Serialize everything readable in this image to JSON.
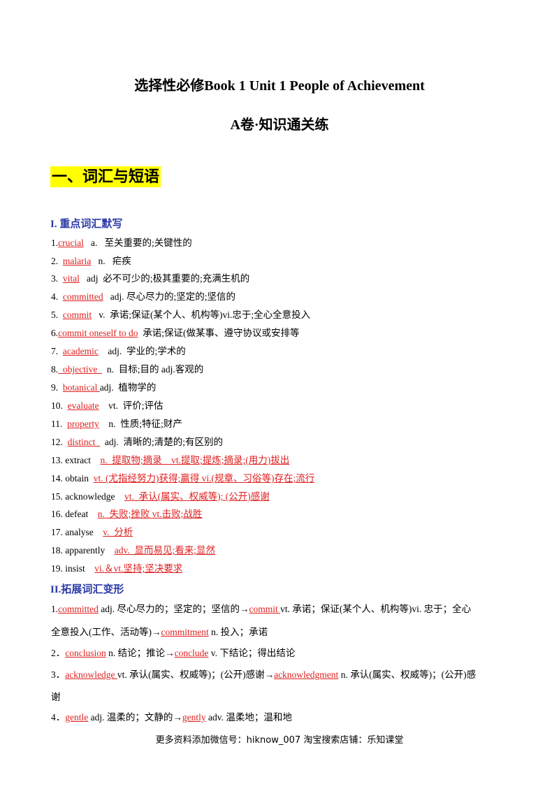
{
  "title": "选择性必修Book 1 Unit 1  People of Achievement",
  "subtitle": "A卷·知识通关练",
  "section1": "一、词汇与短语",
  "part1_heading": "I.  重点词汇默写",
  "vocab": [
    {
      "pre": "1.",
      "ans": "crucial",
      "rest": "   a.   至关重要的;关键性的"
    },
    {
      "pre": "2.  ",
      "ans": "malaria",
      "rest": "   n.   疟疾"
    },
    {
      "pre": "3.  ",
      "ans": "vital",
      "rest": "   adj  必不可少的;极其重要的;充满生机的"
    },
    {
      "pre": "4.  ",
      "ans": "committed",
      "rest": "   adj. 尽心尽力的;坚定的;坚信的"
    },
    {
      "pre": "5.  ",
      "ans": "commit",
      "rest": "   v.  承诺;保证(某个人、机构等)vi.忠于;全心全意投入"
    },
    {
      "pre": "6.",
      "ans": "commit oneself to do",
      "rest": "  承诺;保证(做某事、遵守协议或安排等"
    },
    {
      "pre": "7.  ",
      "ans": "academic",
      "rest": "    adj.  学业的;学术的"
    },
    {
      "pre": "8.",
      "ans": "  objective  ",
      "rest": "  n.  目标;目的 adj.客观的"
    },
    {
      "pre": "9.  ",
      "ans": "botanical ",
      "rest": "adj.  植物学的"
    },
    {
      "pre": "10.  ",
      "ans": "evaluate",
      "rest": "    vt.  评价;评估"
    },
    {
      "pre": "11.  ",
      "ans": "property",
      "rest": "    n.  性质;特征;财产"
    },
    {
      "pre": "12.  ",
      "ans": "distinct  ",
      "rest": "  adj.  清晰的;清楚的;有区别的"
    },
    {
      "pre": "13. extract    ",
      "ans": "n.  提取物;摘录    vt.提取;提炼;摘录;(用力)拔出",
      "rest": ""
    },
    {
      "pre": "14. obtain  ",
      "ans": "vt. (尤指经努力)获得;赢得 vi.(规章、习俗等)存在;流行",
      "rest": ""
    },
    {
      "pre": "15. acknowledge    ",
      "ans": "vt.  承认(属实、权威等); (公开)感谢",
      "rest": ""
    },
    {
      "pre": "16. defeat    ",
      "ans": "n.  失败;挫败 vt.击败;战胜",
      "rest": ""
    },
    {
      "pre": "17. analyse    ",
      "ans": "v.  分析",
      "rest": ""
    },
    {
      "pre": "18. apparently    ",
      "ans": "adv.  显而易见;看来;显然",
      "rest": ""
    },
    {
      "pre": "19. insist    ",
      "ans": "vi.＆vt.坚持;坚决要求",
      "rest": ""
    }
  ],
  "part2_heading": "II.拓展词汇变形",
  "ext1": {
    "pre": "1.",
    "a1": "committed",
    "m1": " adj. 尽心尽力的；坚定的；坚信的→",
    "a2": "commit ",
    "m2": "vt.  承诺；保证(某个人、机构等)vi.  忠于；全心",
    "l2pre": "全意投入(工作、活动等)→",
    "a3": "commitment",
    "l2post": "  n.  投入；承诺"
  },
  "ext2": {
    "pre": "2．",
    "a1": "conclusion",
    "m1": "  n. 结论；推论→",
    "a2": "conclude",
    "m2": "  v.  下结论；得出结论"
  },
  "ext3": {
    "pre": "3．",
    "a1": "acknowledge ",
    "m1": "vt.  承认(属实、权威等)；(公开)感谢→",
    "a2": "acknowledgment",
    "m2": "  n.  承认(属实、权威等)；(公开)感",
    "l2": "谢"
  },
  "ext4": {
    "pre": "4．",
    "a1": "gentle",
    "m1": "  adj.  温柔的；文静的→",
    "a2": "gently",
    "m2": "  adv.  温柔地；温和地"
  },
  "footer": "更多资料添加微信号：hiknow_007   淘宝搜索店铺：乐知课堂"
}
